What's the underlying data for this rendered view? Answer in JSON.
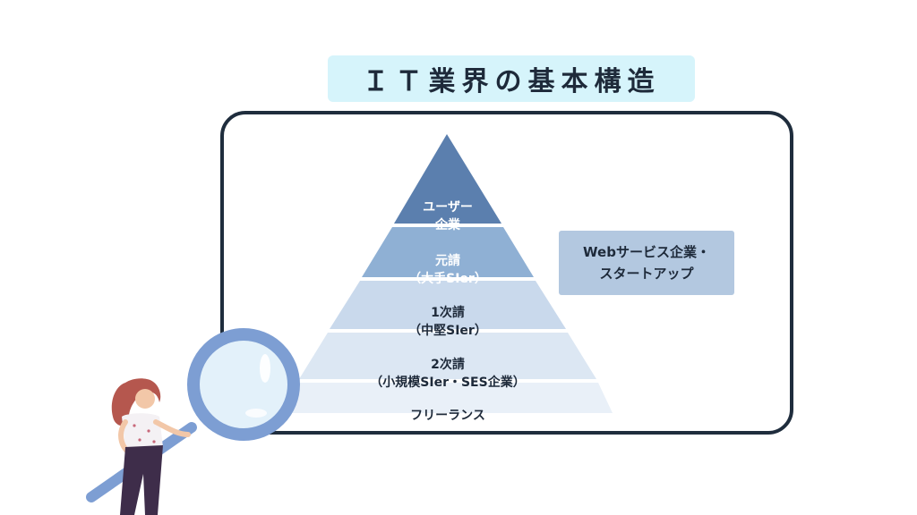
{
  "title": "ＩＴ業界の基本構造",
  "pyramid": {
    "tiers": [
      {
        "line1": "ユーザー",
        "line2": "企業"
      },
      {
        "line1": "元請",
        "line2": "（大手SIer）"
      },
      {
        "line1": "1次請",
        "line2": "（中堅SIer）"
      },
      {
        "line1": "2次請",
        "line2": "（小規模SIer・SES企業）"
      },
      {
        "line1": "フリーランス",
        "line2": ""
      }
    ]
  },
  "side_box": {
    "line1": "Webサービス企業・",
    "line2": "スタートアップ"
  },
  "colors": {
    "title_bg": "#d6f4fb",
    "frame": "#1f2d3d",
    "tier_fills": [
      "#5b7fae",
      "#8fb0d4",
      "#c9d9ec",
      "#dce7f3",
      "#e9f0f8"
    ],
    "side_box": "#b3c8e0",
    "magnifier": "#7d9ed3"
  }
}
